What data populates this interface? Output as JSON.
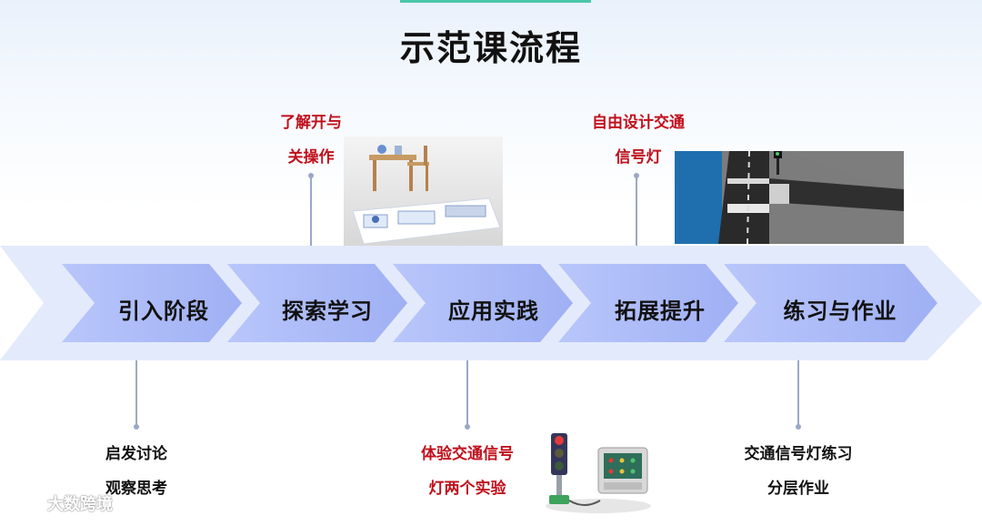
{
  "title": "示范课流程",
  "steps": [
    {
      "label": "引入阶段"
    },
    {
      "label": "探索学习"
    },
    {
      "label": "应用实践"
    },
    {
      "label": "拓展提升"
    },
    {
      "label": "练习与作业"
    }
  ],
  "top_notes": [
    {
      "lines": [
        "了解开与",
        "关操作"
      ]
    },
    {
      "lines": [
        "自由设计交通",
        "信号灯"
      ]
    }
  ],
  "bottom_notes": [
    {
      "lines": [
        "启发讨论",
        "观察思考"
      ]
    },
    {
      "lines": [
        "体验交通信号",
        "灯两个实验"
      ]
    },
    {
      "lines": [
        "交通信号灯练习",
        "分层作业"
      ]
    }
  ],
  "watermark": "大数跨境",
  "colors": {
    "band_outer": "#e3eafb",
    "chevron": "#a9b8f7",
    "top_note_text": "#c0101c",
    "connector": "#9aa7c8"
  }
}
